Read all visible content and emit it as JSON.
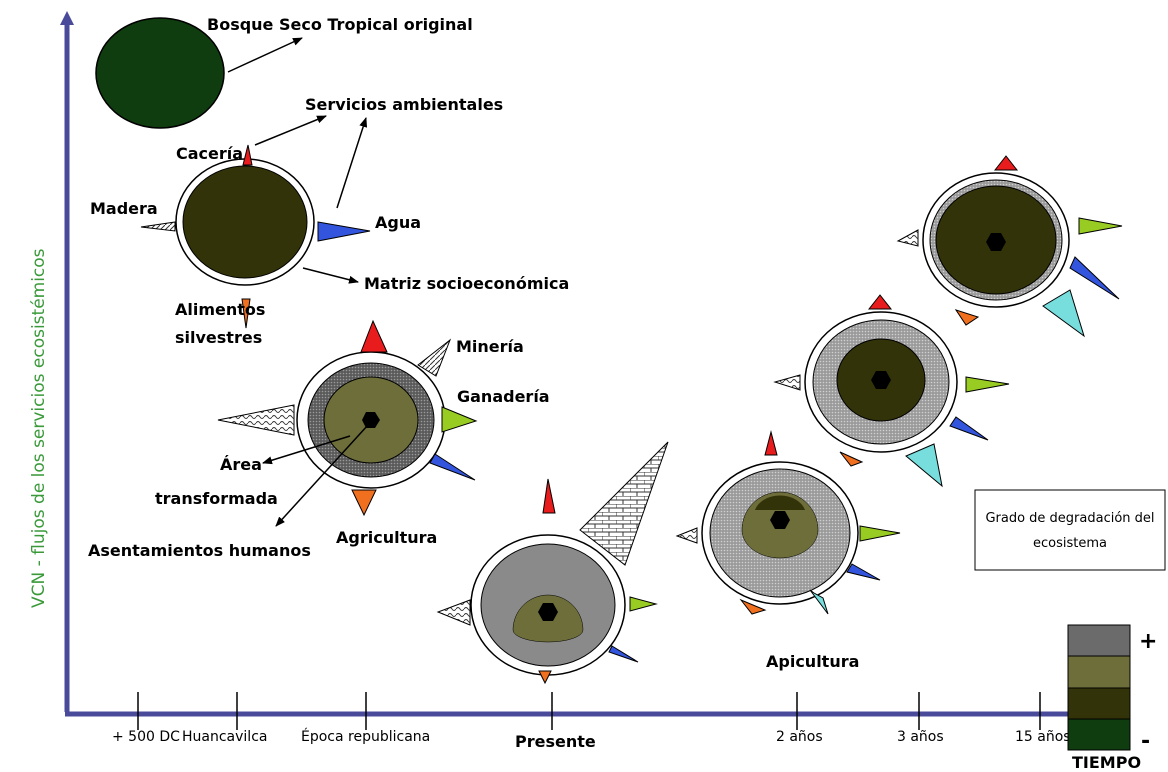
{
  "y_axis_label": "VCN - flujos de los servicios ecosistémicos",
  "x_axis_label": "TIEMPO",
  "x_ticks": [
    "+ 500 DC",
    "Huancavilca",
    "Época republicana",
    "Presente",
    "2 años",
    "3 años",
    "15 años"
  ],
  "labels": {
    "original_forest": "Bosque Seco Tropical original",
    "environmental_services": "Servicios ambientales",
    "hunting": "Cacería",
    "wood": "Madera",
    "water": "Agua",
    "socioeconomic_matrix": "Matriz socioeconómica",
    "wild_food_1": "Alimentos",
    "wild_food_2": "silvestres",
    "mining": "Minería",
    "livestock": "Ganadería",
    "transformed_area_1": "Área",
    "transformed_area_2": "transformada",
    "human_settlements": "Asentamientos humanos",
    "agriculture": "Agricultura",
    "beekeeping": "Apicultura"
  },
  "legend": {
    "title_line1": "Grado de degradación del",
    "title_line2": "ecosistema",
    "plus": "+",
    "minus": "-",
    "colors": [
      "#6b6b6b",
      "#6e6e3a",
      "#33330a",
      "#0f3d10"
    ]
  },
  "colors": {
    "axis": "#4a4a9a",
    "forest_dark": "#0f3d10",
    "core_dark": "#33330a",
    "olive": "#6e6e3a",
    "hunting_red": "#e81c1c",
    "water_blue": "#3355dd",
    "agri_orange": "#f07020",
    "livestock_green": "#99cc22",
    "beekeeping_cyan": "#77dddd"
  }
}
